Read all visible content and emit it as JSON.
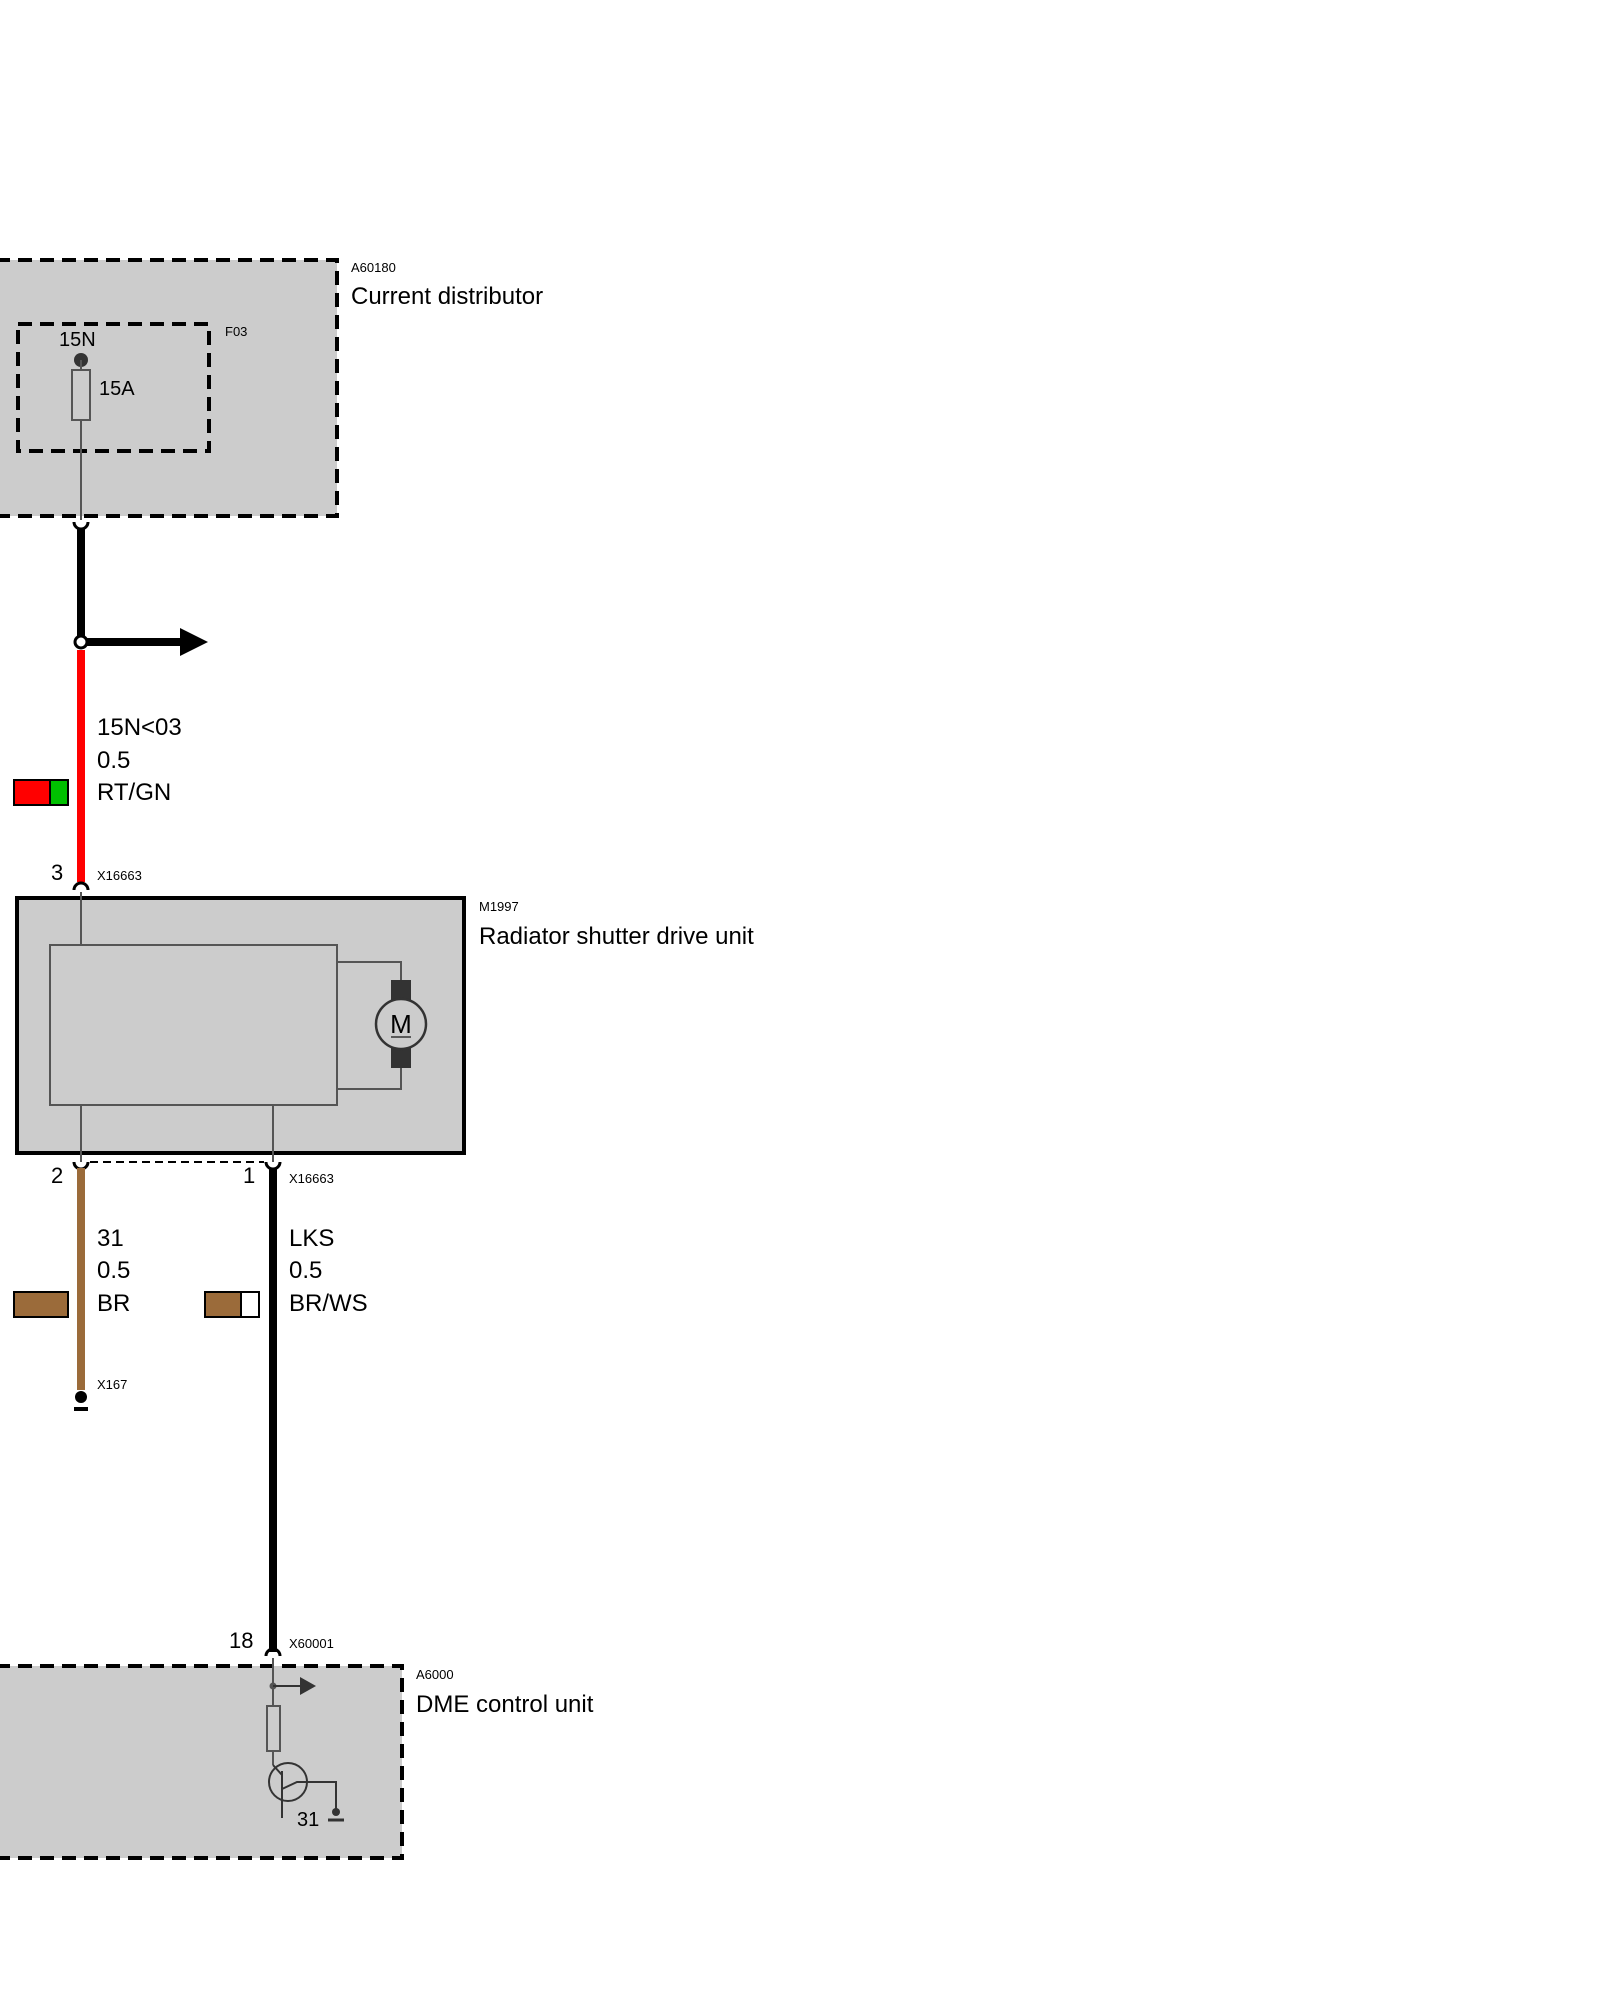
{
  "components": {
    "current_distributor": {
      "id": "A60180",
      "name": "Current distributor"
    },
    "fuse": {
      "id": "F03",
      "terminal": "15N",
      "rating": "15A"
    },
    "drive_unit": {
      "id": "M1997",
      "name": "Radiator shutter drive unit",
      "motor_symbol": "M"
    },
    "dme": {
      "id": "A6000",
      "name": "DME control unit",
      "ground_terminal": "31"
    }
  },
  "connectors": {
    "drive_top": {
      "id": "X16663",
      "pin": "3"
    },
    "drive_bottom": {
      "id": "X16663",
      "pin_left": "2",
      "pin_right": "1"
    },
    "ground_point": {
      "id": "X167"
    },
    "dme": {
      "id": "X60001",
      "pin": "18"
    }
  },
  "wires": {
    "supply": {
      "signal": "15N<03",
      "gauge": "0.5",
      "color_code": "RT/GN",
      "colors": [
        "#ff0000",
        "#00c000"
      ]
    },
    "ground": {
      "signal": "31",
      "gauge": "0.5",
      "color_code": "BR",
      "colors": [
        "#9b6b3a"
      ]
    },
    "lks": {
      "signal": "LKS",
      "gauge": "0.5",
      "color_code": "BR/WS",
      "colors": [
        "#9b6b3a",
        "#ffffff"
      ]
    }
  },
  "colors": {
    "box_fill": "#cccccc",
    "supply_wire": "#ff0000",
    "ground_wire": "#9b6b3a",
    "signal_wire": "#000000"
  }
}
